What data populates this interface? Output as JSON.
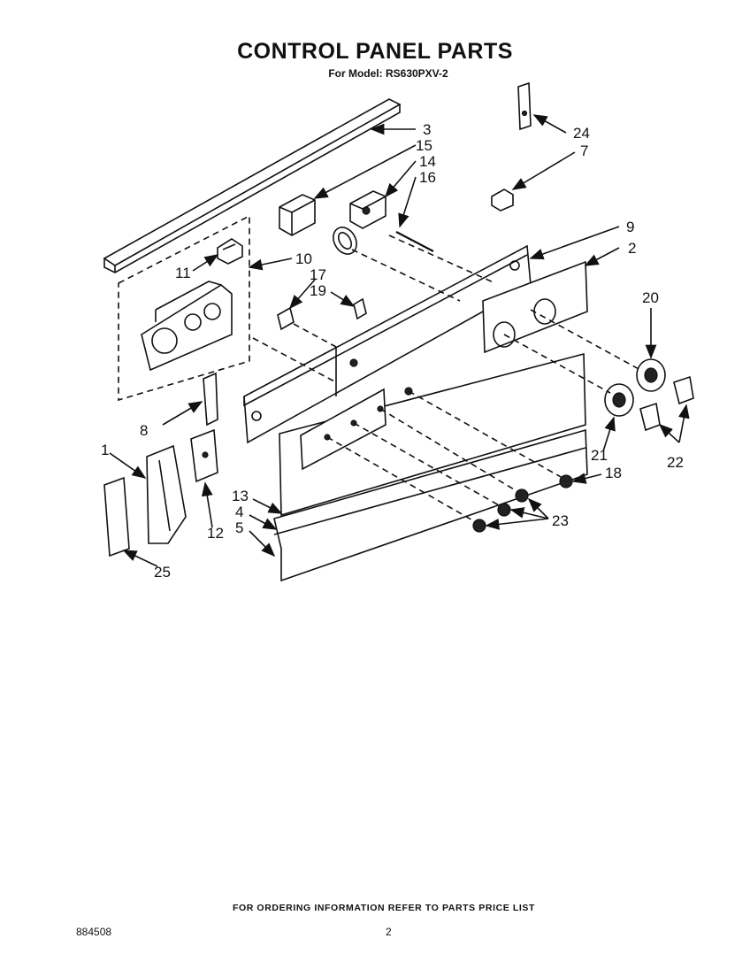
{
  "header": {
    "title": "CONTROL PANEL PARTS",
    "subtitle": "For Model: RS630PXV-2"
  },
  "callouts": {
    "c1": "1",
    "c2": "2",
    "c3": "3",
    "c4": "4",
    "c5": "5",
    "c7": "7",
    "c8": "8",
    "c9": "9",
    "c10": "10",
    "c11": "11",
    "c12": "12",
    "c13": "13",
    "c14": "14",
    "c15": "15",
    "c16": "16",
    "c17": "17",
    "c18": "18",
    "c19": "19",
    "c20": "20",
    "c21": "21",
    "c22": "22",
    "c23": "23",
    "c24": "24",
    "c25": "25"
  },
  "footer": {
    "note": "FOR ORDERING INFORMATION REFER TO PARTS PRICE LIST",
    "doc_number": "884508",
    "page_number": "2"
  }
}
